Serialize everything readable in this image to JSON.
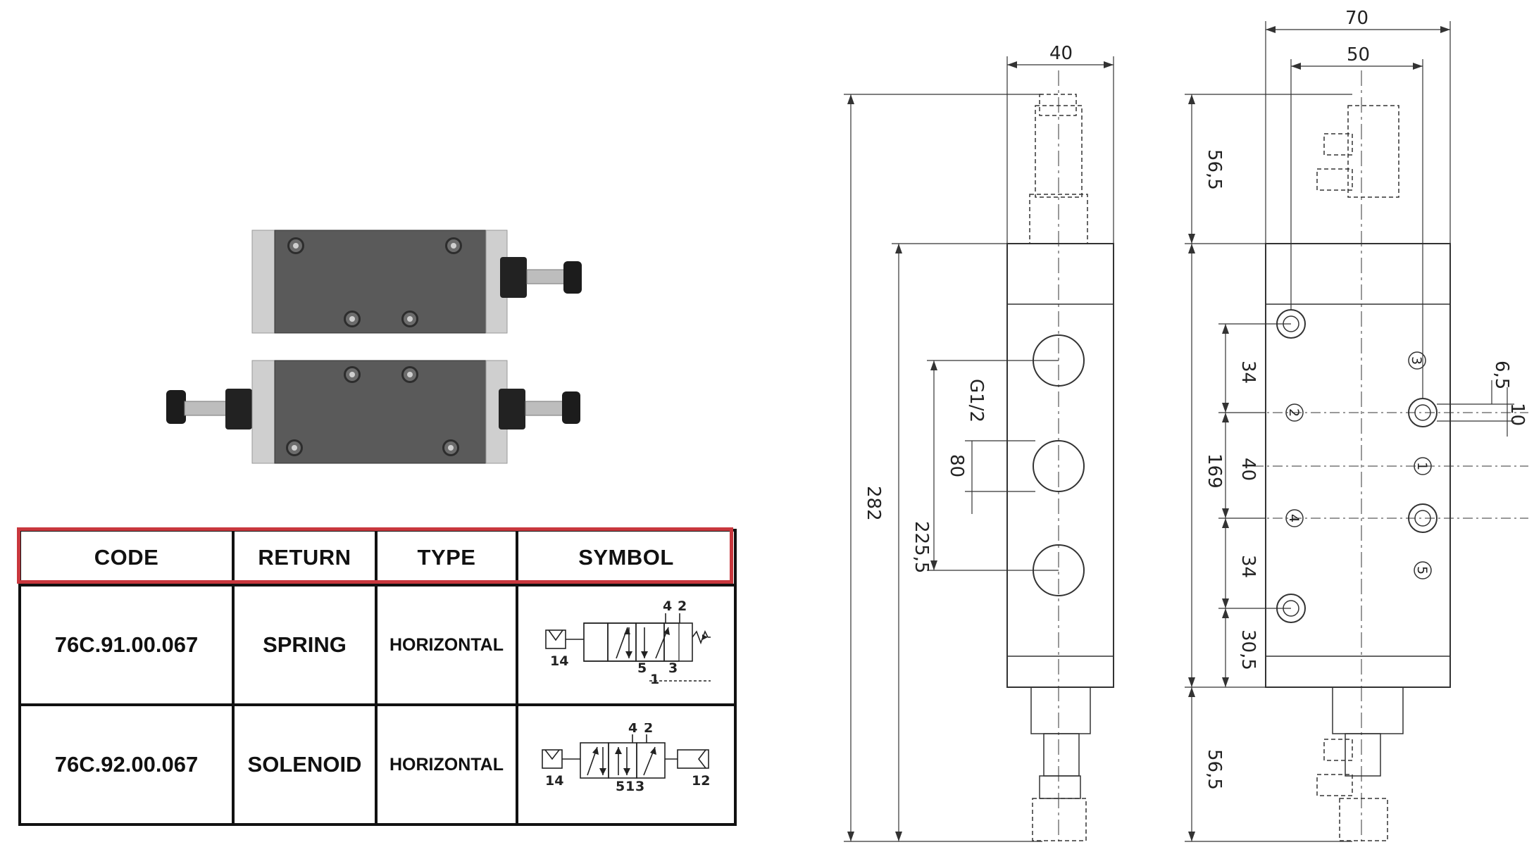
{
  "table": {
    "headers": [
      "CODE",
      "RETURN",
      "TYPE",
      "SYMBOL"
    ],
    "rows": [
      {
        "code": "76C.91.00.067",
        "return": "SPRING",
        "type": "HORIZONTAL",
        "symbol": {
          "ports_top": [
            "4",
            "2"
          ],
          "ports_bottom": [
            "5",
            "3"
          ],
          "port_supply": "1",
          "pilot_left": "14"
        }
      },
      {
        "code": "76C.92.00.067",
        "return": "SOLENOID",
        "type": "HORIZONTAL",
        "symbol": {
          "ports_top": [
            "4",
            "2"
          ],
          "ports_bottom": [
            "5",
            "1",
            "3"
          ],
          "pilot_left": "14",
          "pilot_right": "12"
        }
      }
    ]
  },
  "drawing": {
    "dimensions": {
      "width_front": "40",
      "width_side_total": "70",
      "width_side_inner": "50",
      "height_total": "282",
      "height_body_with_coil": "225,5",
      "port_pitch": "80",
      "port_thread": "G1/2",
      "coil_top": "56,5",
      "coil_bottom": "56,5",
      "body_height": "169",
      "pitch_a": "34",
      "pitch_b": "40",
      "pitch_c": "34",
      "pitch_d": "30,5",
      "offset_small": "6,5",
      "offset_large": "10"
    },
    "port_labels": [
      "3",
      "2",
      "1",
      "4",
      "5"
    ]
  },
  "colors": {
    "highlight": "#c8373d",
    "body": "#595959",
    "endcap": "#cfcfcf"
  }
}
